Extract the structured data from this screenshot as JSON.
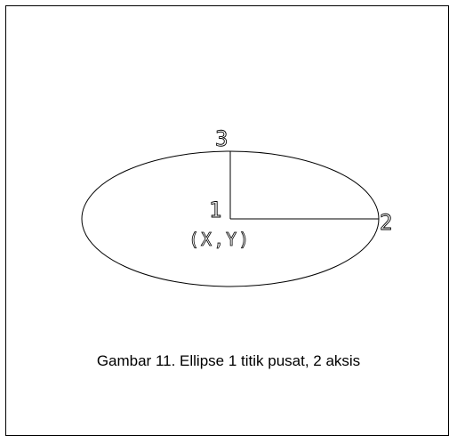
{
  "diagram": {
    "labels": {
      "point_1": "1",
      "point_2": "2",
      "point_3": "3",
      "coordinate": "(X,Y)"
    }
  },
  "caption": "Gambar 11. Ellipse 1 titik pusat, 2 aksis"
}
